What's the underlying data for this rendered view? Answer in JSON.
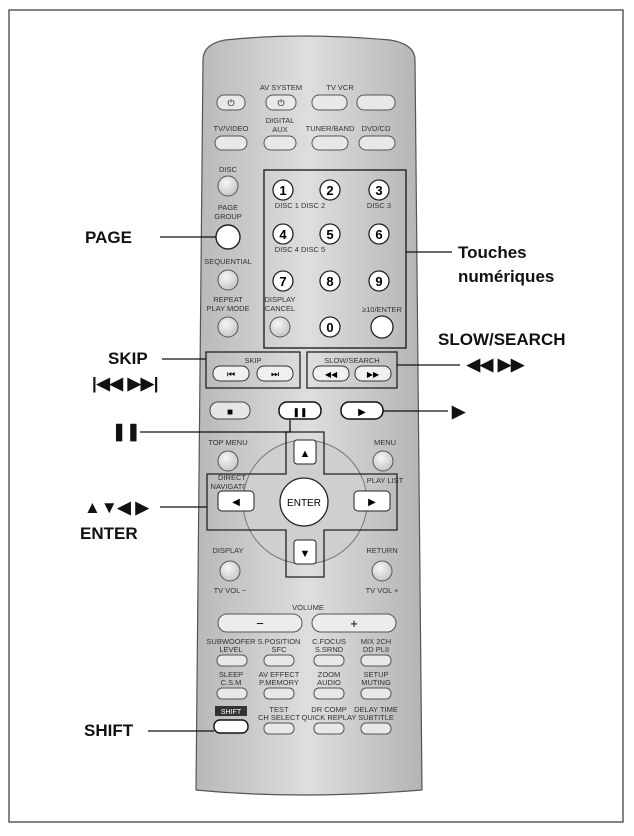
{
  "top": {
    "av_system": "AV SYSTEM",
    "tv_vcr": "TV VCR",
    "tv_video": "TV/VIDEO",
    "digital_aux": [
      "DIGITAL",
      "AUX"
    ],
    "tuner_band": "TUNER/BAND",
    "dvd_cd": "DVD/CD"
  },
  "left_column": {
    "disc": "DISC",
    "page_group": [
      "PAGE",
      "GROUP"
    ],
    "sequential": "SEQUENTIAL",
    "repeat_play_mode": [
      "REPEAT",
      "PLAY MODE"
    ],
    "display_cancel": [
      "DISPLAY",
      "CANCEL"
    ]
  },
  "numpad": {
    "keys": [
      "1",
      "2",
      "3",
      "4",
      "5",
      "6",
      "7",
      "8",
      "9",
      "0"
    ],
    "disc1_disc2": "DISC 1 DISC 2",
    "disc3": "DISC 3",
    "disc4_disc5": "DISC 4 DISC 5",
    "enter": "≥10/ENTER"
  },
  "transport": {
    "skip": "SKIP",
    "slow_search": "SLOW/SEARCH",
    "skip_prev": "⏮",
    "skip_next": "⏭",
    "rew": "◀◀",
    "ff": "▶▶",
    "stop": "■",
    "pause": "❚❚",
    "play": "▶"
  },
  "nav": {
    "top_menu": "TOP MENU",
    "direct_navigator": [
      "DIRECT",
      "NAVIGATOR"
    ],
    "menu": "MENU",
    "play_list": "PLAY LIST",
    "enter": "ENTER",
    "up": "▲",
    "down": "▼",
    "left": "◀",
    "right": "▶",
    "display": "DISPLAY",
    "tv_vol_minus": "TV VOL −",
    "return": "RETURN",
    "tv_vol_plus": "TV VOL +"
  },
  "volume": {
    "label": "VOLUME",
    "minus": "−",
    "plus": "+"
  },
  "bottom_grid": [
    [
      [
        "SUBWOOFER",
        "LEVEL"
      ],
      [
        "S.POSITION",
        "SFC"
      ],
      [
        "C.FOCUS",
        "S.SRND"
      ],
      [
        "MIX 2CH",
        "DD PLII"
      ]
    ],
    [
      [
        "SLEEP",
        "C.S.M"
      ],
      [
        "AV EFFECT",
        "P.MEMORY"
      ],
      [
        "ZOOM",
        "AUDIO"
      ],
      [
        "SETUP",
        "MUTING"
      ]
    ],
    [
      [
        "SHIFT",
        ""
      ],
      [
        "TEST",
        "CH SELECT"
      ],
      [
        "DR COMP",
        "QUICK REPLAY"
      ],
      [
        "DELAY TIME",
        "SUBTITLE"
      ]
    ]
  ],
  "callouts": {
    "page": "PAGE",
    "touches": "Touches",
    "numeriques": "numériques",
    "skip": "SKIP",
    "skip_symbols": "|◀◀  ▶▶|",
    "slow_search": "SLOW/SEARCH",
    "slow_symbols": "◀◀  ▶▶",
    "pause": "❚❚",
    "play": "▶",
    "arrows": "▲▼◀ ▶",
    "enter": "ENTER",
    "shift": "SHIFT"
  },
  "colors": {
    "body": "#d4d4d4",
    "button": "#ebebeb",
    "outline": "#444444"
  }
}
